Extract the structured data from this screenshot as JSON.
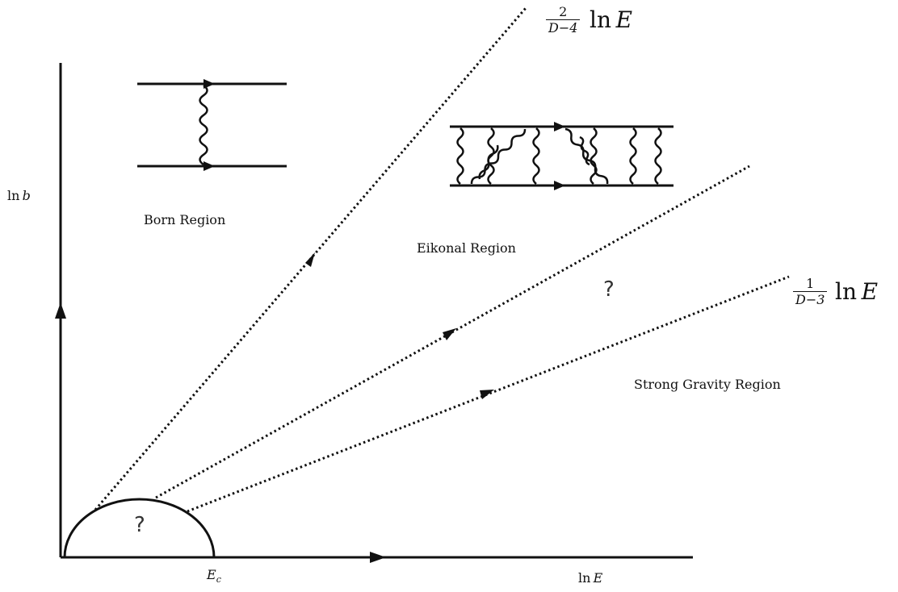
{
  "axes": {
    "y_label_fn": "ln",
    "y_label_var": "b",
    "x_label_fn": "ln",
    "x_label_var": "E",
    "origin_marker": "E",
    "origin_marker_sub": "c"
  },
  "regions": {
    "born": "Born Region",
    "eikonal": "Eikonal Region",
    "strong": "Strong Gravity Region",
    "unknown_eikonal": "?",
    "unknown_core": "?"
  },
  "line_labels": {
    "upper": {
      "num": "2",
      "den": "D−4",
      "fn": "ln",
      "var": "E"
    },
    "lower": {
      "num": "1",
      "den": "D−3",
      "fn": "ln",
      "var": "E"
    }
  },
  "icons": [
    "born-feynman-diagram",
    "eikonal-ladder-diagram",
    "arrow-icon"
  ]
}
